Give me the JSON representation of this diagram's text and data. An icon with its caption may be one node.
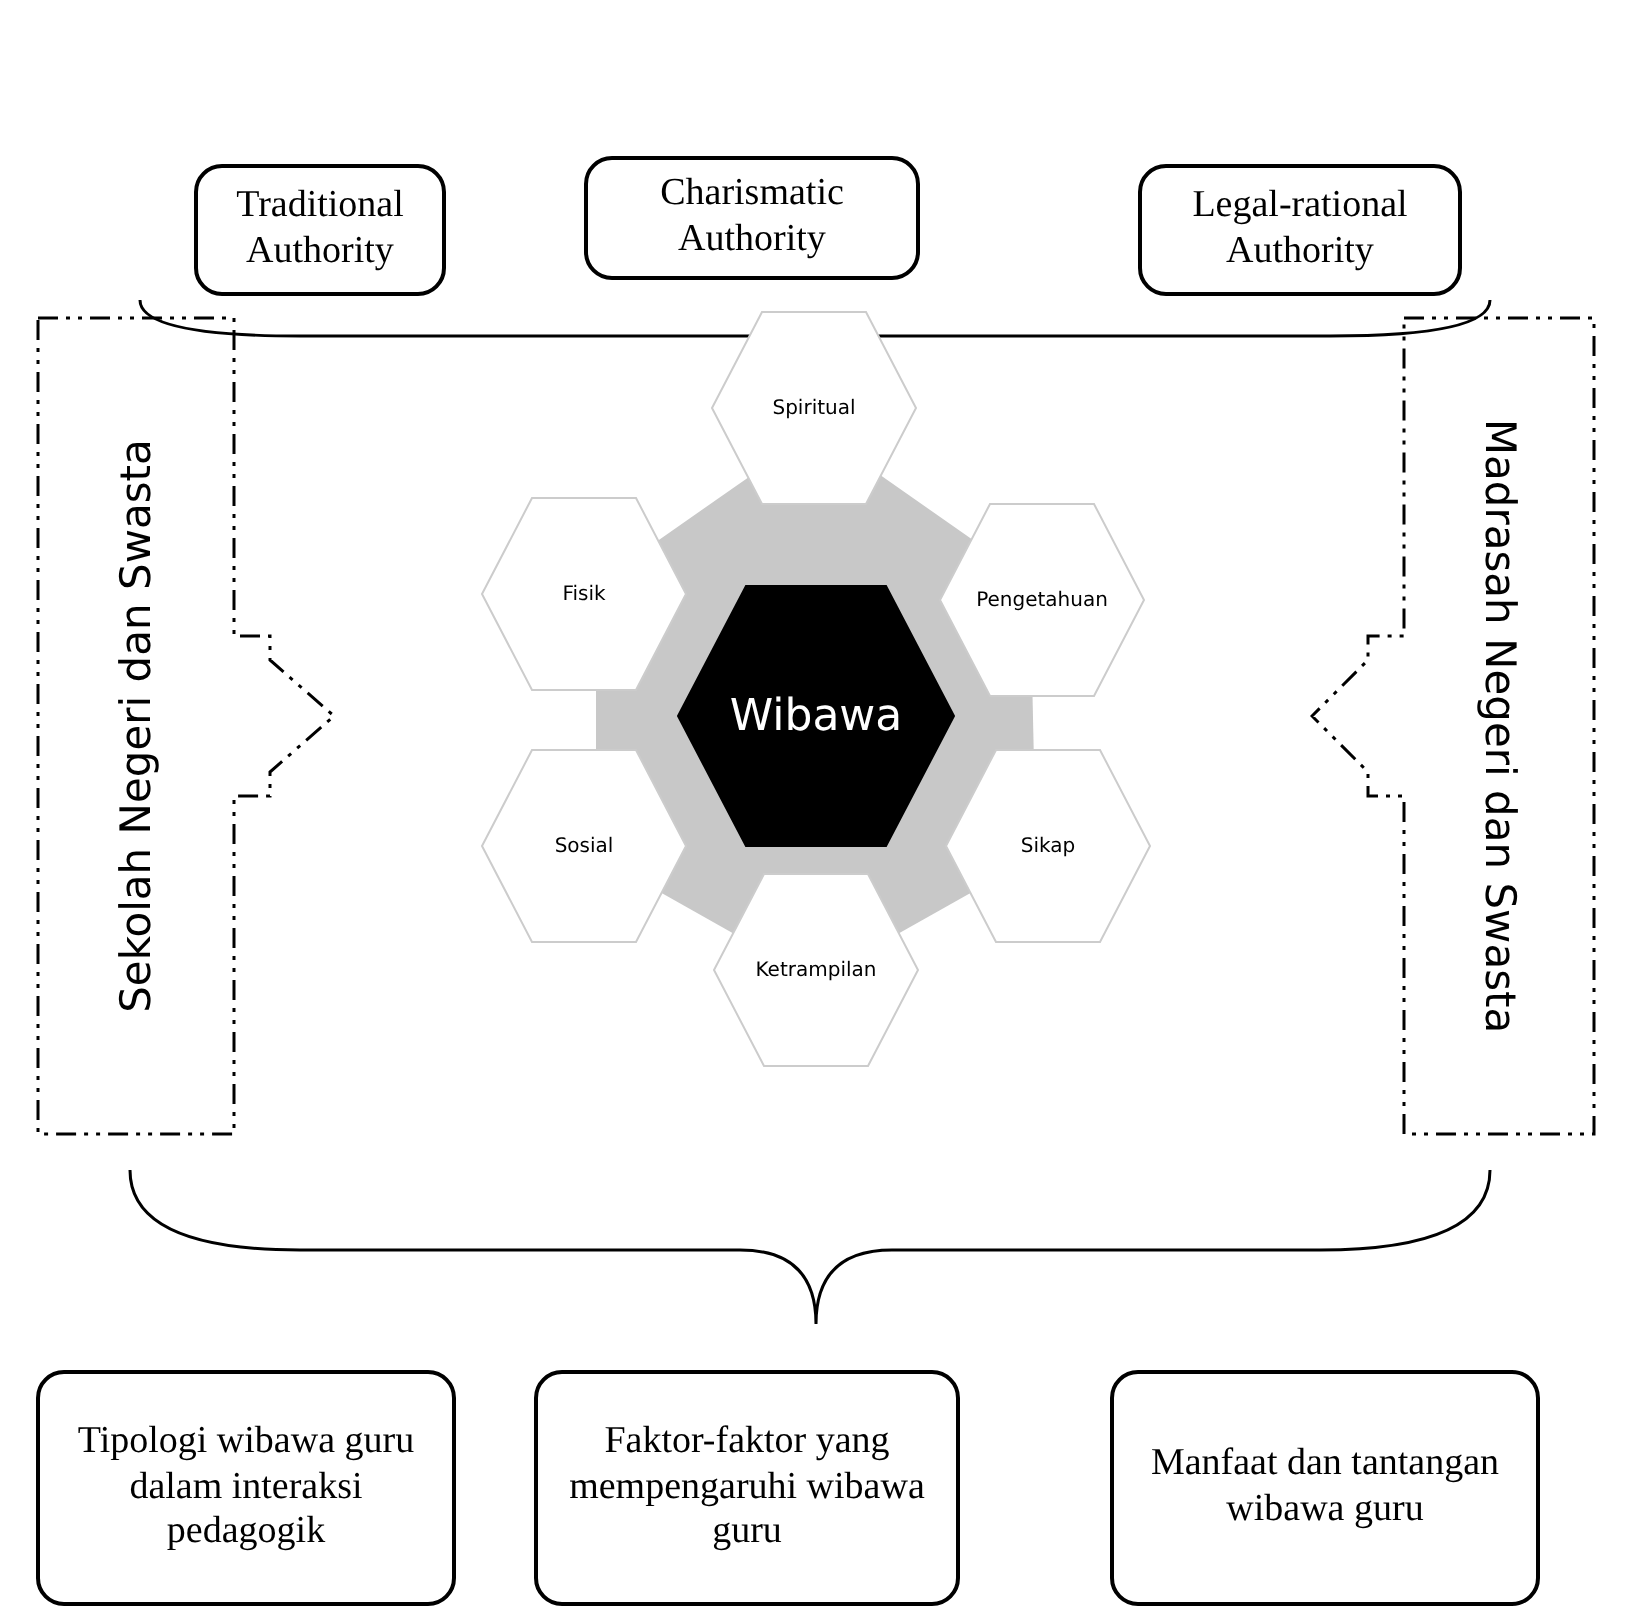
{
  "diagram": {
    "nodes": [
      {
        "text": [
          "Traditional Authority"
        ]
      },
      {
        "text": [
          "Charismatic Authority"
        ]
      },
      {
        "text": [
          "Legal-rational Authority"
        ]
      },
      {
        "text": [
          "Sekolah Negeri dan Swasta"
        ]
      },
      {
        "text": [
          "Spiritual"
        ]
      },
      {
        "text": [
          "Fisik"
        ]
      },
      {
        "text": [
          "Pengetahuan"
        ]
      },
      {
        "text": [
          "Wibawa"
        ]
      },
      {
        "text": [
          "Sosial"
        ]
      },
      {
        "text": [
          "Sikap"
        ]
      },
      {
        "text": [
          "Ketrampilan"
        ]
      },
      {
        "text": [
          "Madrasah Negeri dan Swasta"
        ]
      },
      {
        "text": [
          "Tipologi wibawa guru dalam interaksi pedagogik"
        ]
      },
      {
        "text": [
          "Faktor-faktor yang mempengaruhi wibawa guru"
        ]
      },
      {
        "text": [
          "Manfaat dan tantangan wibawa guru"
        ]
      }
    ]
  }
}
